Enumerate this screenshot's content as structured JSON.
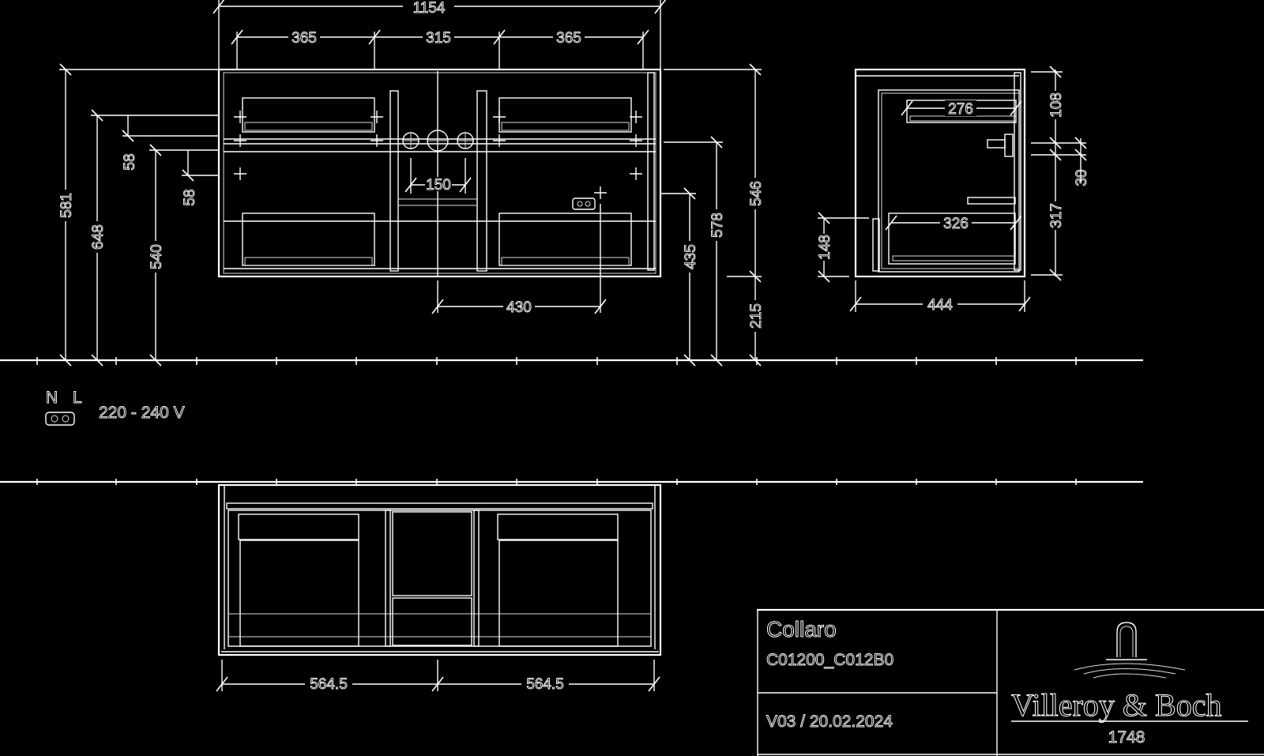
{
  "drawing": {
    "background": "#000000",
    "line_color": "#ffffff",
    "front_view": {
      "overall_width": "1154",
      "segments": [
        "365",
        "315",
        "365"
      ],
      "heights_left": [
        "581",
        "648",
        "540"
      ],
      "small_offsets_left": [
        "58",
        "58"
      ],
      "heights_right": [
        "435",
        "578",
        "546"
      ],
      "floor_gap": "215",
      "pipe_spacing": "150",
      "socket_offset": "430",
      "socket_symbol": "socket-icon"
    },
    "side_view": {
      "depth": "444",
      "upper_drawer_depth": "276",
      "lower_drawer_depth": "326",
      "top_offset": "108",
      "handle_height": "30",
      "lower_height": "317",
      "left_height": "148"
    },
    "electrical": {
      "n_label": "N",
      "l_label": "L",
      "voltage": "220 - 240 V"
    },
    "top_view": {
      "half_widths": [
        "564.5",
        "564.5"
      ]
    }
  },
  "title_block": {
    "product": "Collaro",
    "codes": "C01200_C012B0",
    "version": "V03 / 20.02.2024",
    "brand": "Villeroy & Boch",
    "year": "1748"
  }
}
